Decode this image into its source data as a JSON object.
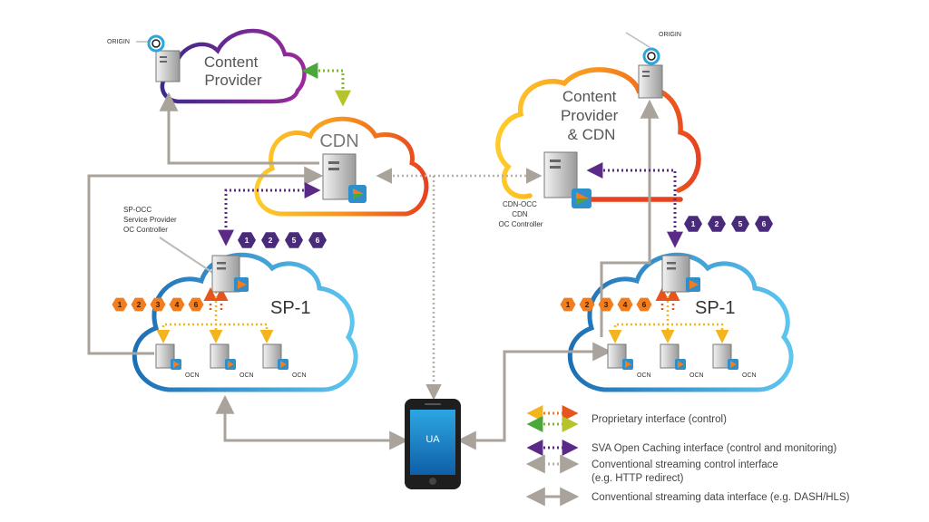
{
  "clouds": {
    "content_provider": "Content\nProvider",
    "cdn": "CDN",
    "content_provider_cdn": "Content\nProvider\n& CDN",
    "sp1_left": "SP-1",
    "sp1_right": "SP-1"
  },
  "origin_left": "ORIGIN",
  "origin_right": "ORIGIN",
  "sp_occ_label": [
    "SP-OCC",
    "Service Provider",
    "OC Controller"
  ],
  "cdn_occ_label": [
    "CDN-OCC",
    "CDN",
    "OC Controller"
  ],
  "ocn_label": "OCN",
  "ua_label": "UA",
  "badges_purple": [
    "1",
    "2",
    "5",
    "6"
  ],
  "badges_orange": [
    "1",
    "2",
    "3",
    "4",
    "6"
  ],
  "legend": [
    {
      "text": "Proprietary interface (control)"
    },
    {
      "text": "SVA Open Caching interface (control and monitoring)"
    },
    {
      "text": "Conventional streaming control interface\n(e.g. HTTP redirect)"
    },
    {
      "text": "Conventional streaming data interface (e.g. DASH/HLS)"
    }
  ],
  "colors": {
    "purple": "#5b2a86",
    "purple_badge": "#4a2a7a",
    "orange_badge": "#f07d1e",
    "cloud_blue": "#2e8fcb",
    "cloud_orange": "#f47c20",
    "cloud_purple": "#6d2a8c",
    "gray_line": "#a9a39b",
    "green": "#4aa83a"
  }
}
